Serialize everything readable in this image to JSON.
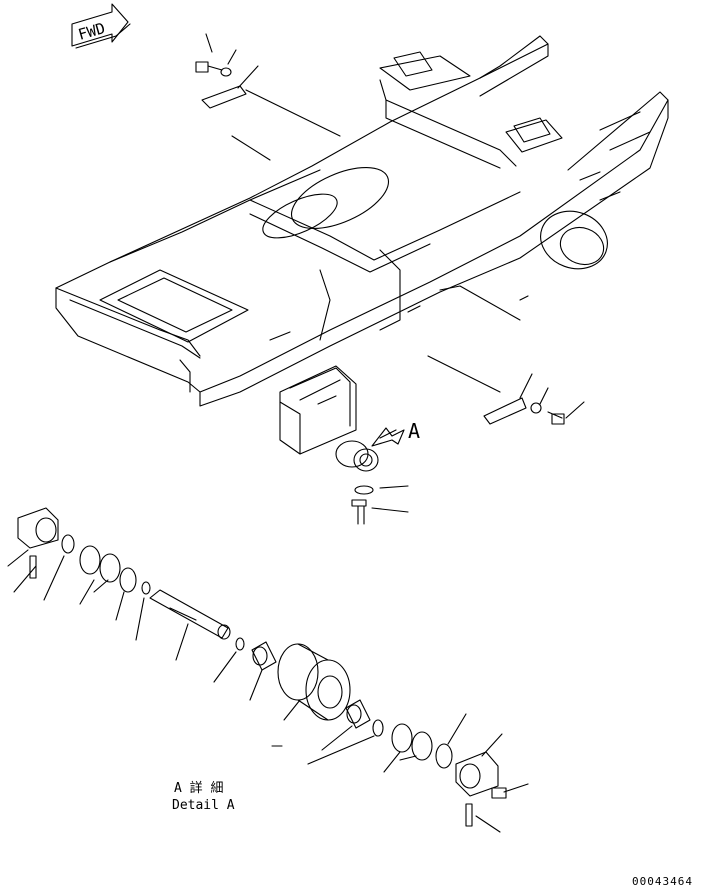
{
  "fwd_label": "FWD",
  "callout_letter": "A",
  "detail_title_jp": "A 詳 細",
  "detail_title_en": "Detail A",
  "drawing_number": "00043464"
}
